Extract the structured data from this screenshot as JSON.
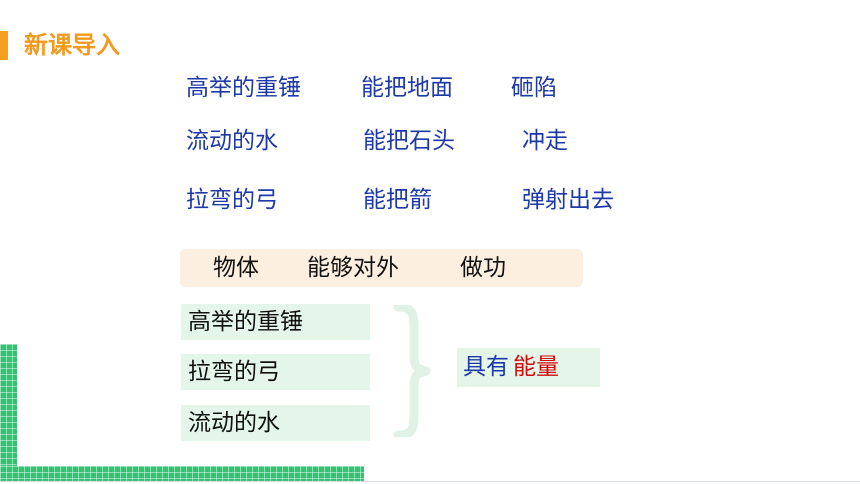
{
  "header": {
    "title": "新课导入"
  },
  "rows": [
    {
      "subject": "高举的重锤",
      "action": "能把地面",
      "result": "砸陷"
    },
    {
      "subject": "流动的水",
      "action": "能把石头",
      "result": "冲走"
    },
    {
      "subject": "拉弯的弓",
      "action": "能把箭",
      "result": "弹射出去"
    }
  ],
  "summary": {
    "part1": "物体",
    "part2": "能够对外",
    "part3": "做功"
  },
  "boxes": [
    "高举的重锤",
    "拉弯的弓",
    "流动的水"
  ],
  "conclusion": {
    "prefix": "具有",
    "highlight": "能量"
  },
  "colors": {
    "accent": "#f5a021",
    "title": "#f39a1e",
    "blue_text": "#1d39a8",
    "highlight": "#d40b0b",
    "green": "#33c172",
    "box_fill": "#e4f5ea",
    "summary_fill": "#fcefe0"
  }
}
